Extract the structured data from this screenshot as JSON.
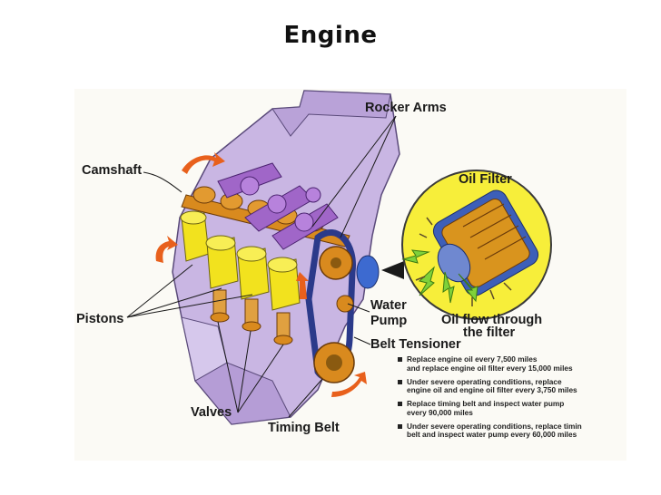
{
  "title": "Engine",
  "labels": {
    "rocker_arms": "Rocker Arms",
    "camshaft": "Camshaft",
    "oil_filter": "Oil Filter",
    "pistons": "Pistons",
    "water_pump_line1": "Water",
    "water_pump_line2": "Pump",
    "belt_tensioner": "Belt Tensioner",
    "valves": "Valves",
    "timing_belt": "Timing Belt",
    "oil_flow_line1": "Oil flow through",
    "oil_flow_line2": "the filter"
  },
  "maintenance_tips": [
    "Replace engine oil every 7,500 miles\nand replace engine oil filter every 15,000 miles",
    "Under severe operating conditions, replace\nengine oil and engine oil filter every 3,750 miles",
    "Replace timing belt and inspect water pump\nevery 90,000 miles",
    "Under severe operating conditions, replace timin\nbelt and inspect water pump every 60,000 miles"
  ],
  "colors": {
    "engine_block": "#c9b6e3",
    "pistons": "#f2e21e",
    "cam_parts": "#a066c8",
    "gears": "#d98a1e",
    "arrows": "#e8601c",
    "filter_circle": "#f7ee3a",
    "pump": "#3d6ad0",
    "flow_arrows": "#7fd13a"
  }
}
